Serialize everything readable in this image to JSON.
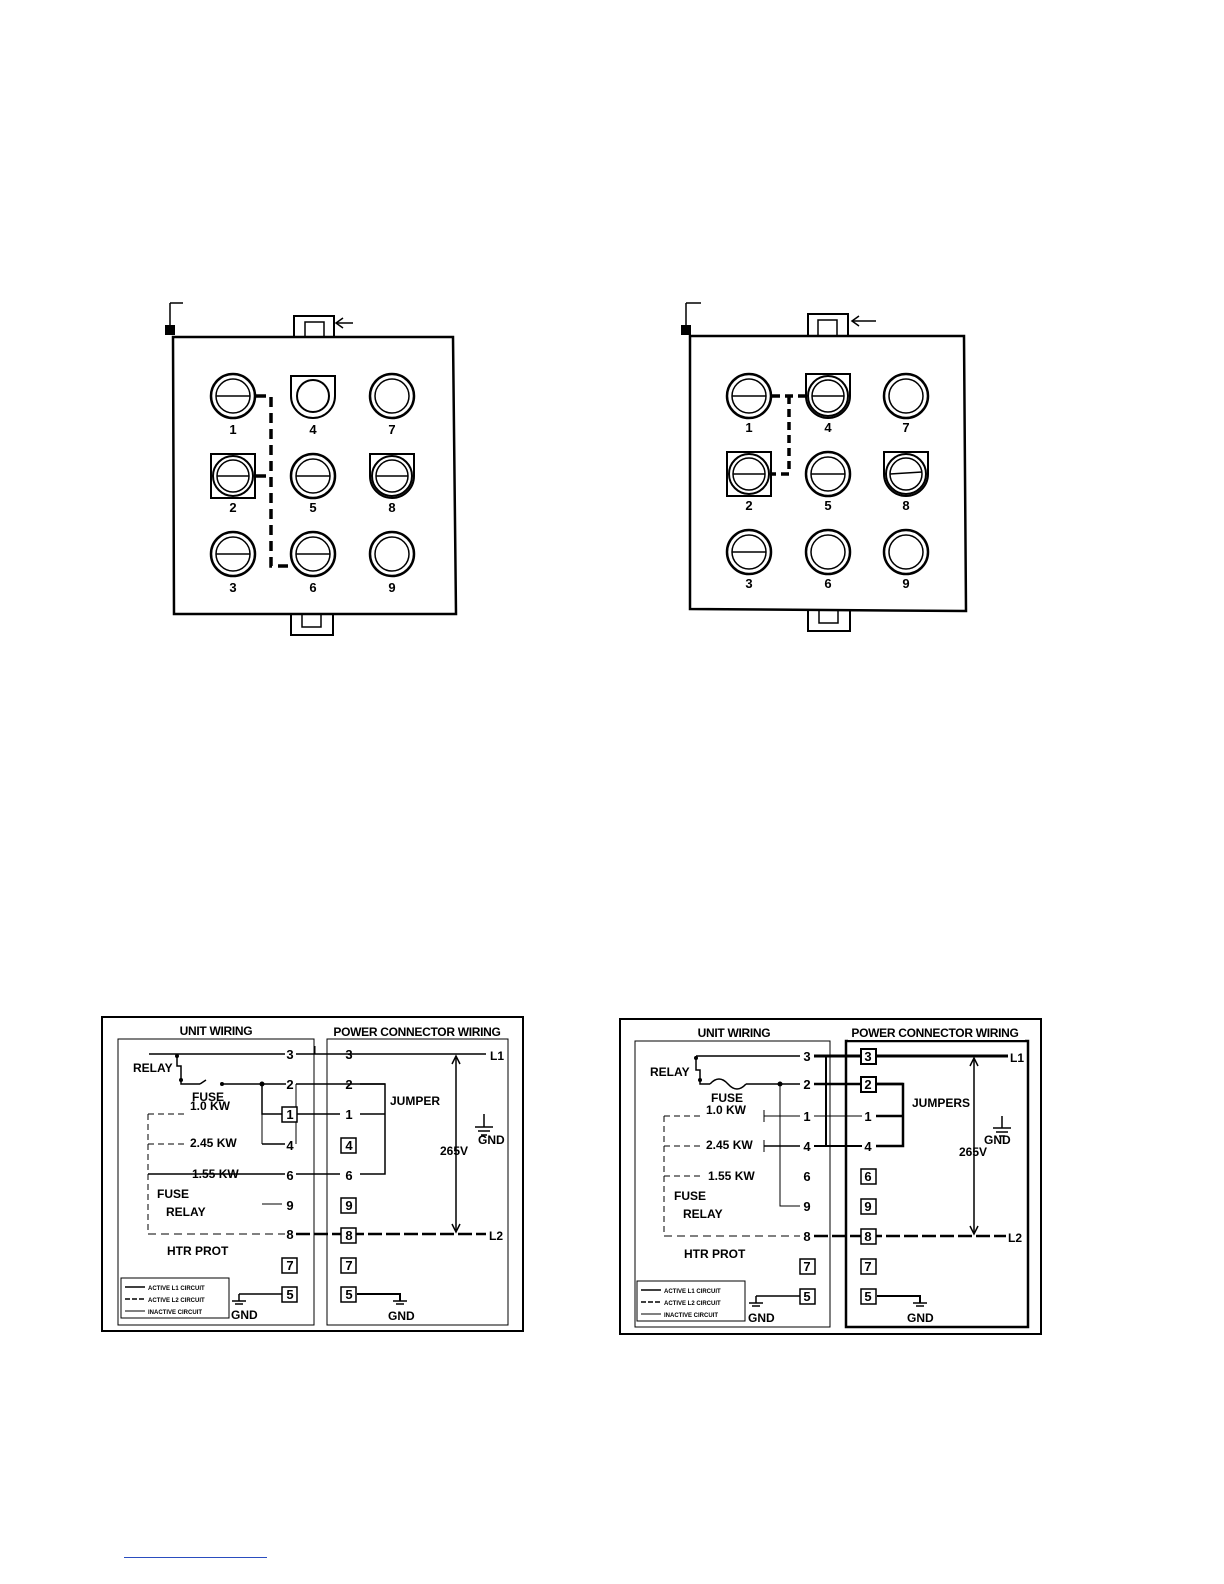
{
  "connector_left": {
    "pin_labels": [
      "1",
      "4",
      "7",
      "2",
      "5",
      "8",
      "3",
      "6",
      "9"
    ]
  },
  "connector_right": {
    "pin_labels": [
      "1",
      "4",
      "7",
      "2",
      "5",
      "8",
      "3",
      "6",
      "9"
    ]
  },
  "wiring_left": {
    "unit_header": "UNIT WIRING",
    "power_header": "POWER CONNECTOR WIRING",
    "relay_top": "RELAY",
    "fuse_top": "FUSE",
    "kw_1": "1.0  KW",
    "kw_2": "2.45 KW",
    "kw_3": "1.55 KW",
    "fuse_bottom": "FUSE",
    "relay_bottom": "RELAY",
    "htr_prot": "HTR PROT",
    "unit_pins": [
      "3",
      "2",
      "1",
      "4",
      "6",
      "9",
      "8",
      "7",
      "5"
    ],
    "power_pins": [
      "3",
      "2",
      "1",
      "4",
      "6",
      "9",
      "8",
      "7",
      "5"
    ],
    "jumper": "JUMPER",
    "l1": "L1",
    "l2": "L2",
    "gnd_right": "GND",
    "voltage": "265V",
    "gnd_unit": "GND",
    "gnd_power": "GND",
    "legend": [
      "ACTIVE L1 CIRCUIT",
      "ACTIVE L2 CIRCUIT",
      "INACTIVE CIRCUIT"
    ]
  },
  "wiring_right": {
    "unit_header": "UNIT WIRING",
    "power_header": "POWER CONNECTOR WIRING",
    "relay_top": "RELAY",
    "fuse_top": "FUSE",
    "kw_1": "1.0  KW",
    "kw_2": "2.45 KW",
    "kw_3": "1.55 KW",
    "fuse_bottom": "FUSE",
    "relay_bottom": "RELAY",
    "htr_prot": "HTR PROT",
    "unit_pins": [
      "3",
      "2",
      "1",
      "4",
      "6",
      "9",
      "8",
      "7",
      "5"
    ],
    "power_pins": [
      "3",
      "2",
      "1",
      "4",
      "6",
      "9",
      "8",
      "7",
      "5"
    ],
    "jumper": "JUMPERS",
    "l1": "L1",
    "l2": "L2",
    "gnd_right": "GND",
    "voltage": "265V",
    "gnd_unit": "GND",
    "gnd_power": "GND",
    "legend": [
      "ACTIVE L1 CIRCUIT",
      "ACTIVE L2 CIRCUIT",
      "INACTIVE CIRCUIT"
    ]
  }
}
